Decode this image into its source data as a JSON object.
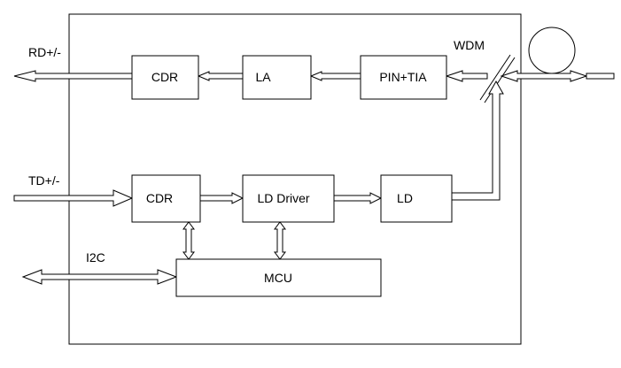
{
  "labels": {
    "rd": "RD+/-",
    "td": "TD+/-",
    "i2c": "I2C",
    "wdm": "WDM"
  },
  "blocks": {
    "cdr_rx": "CDR",
    "la": "LA",
    "pin_tia": "PIN+TIA",
    "cdr_tx": "CDR",
    "ld_driver": "LD Driver",
    "ld": "LD",
    "mcu": "MCU"
  }
}
